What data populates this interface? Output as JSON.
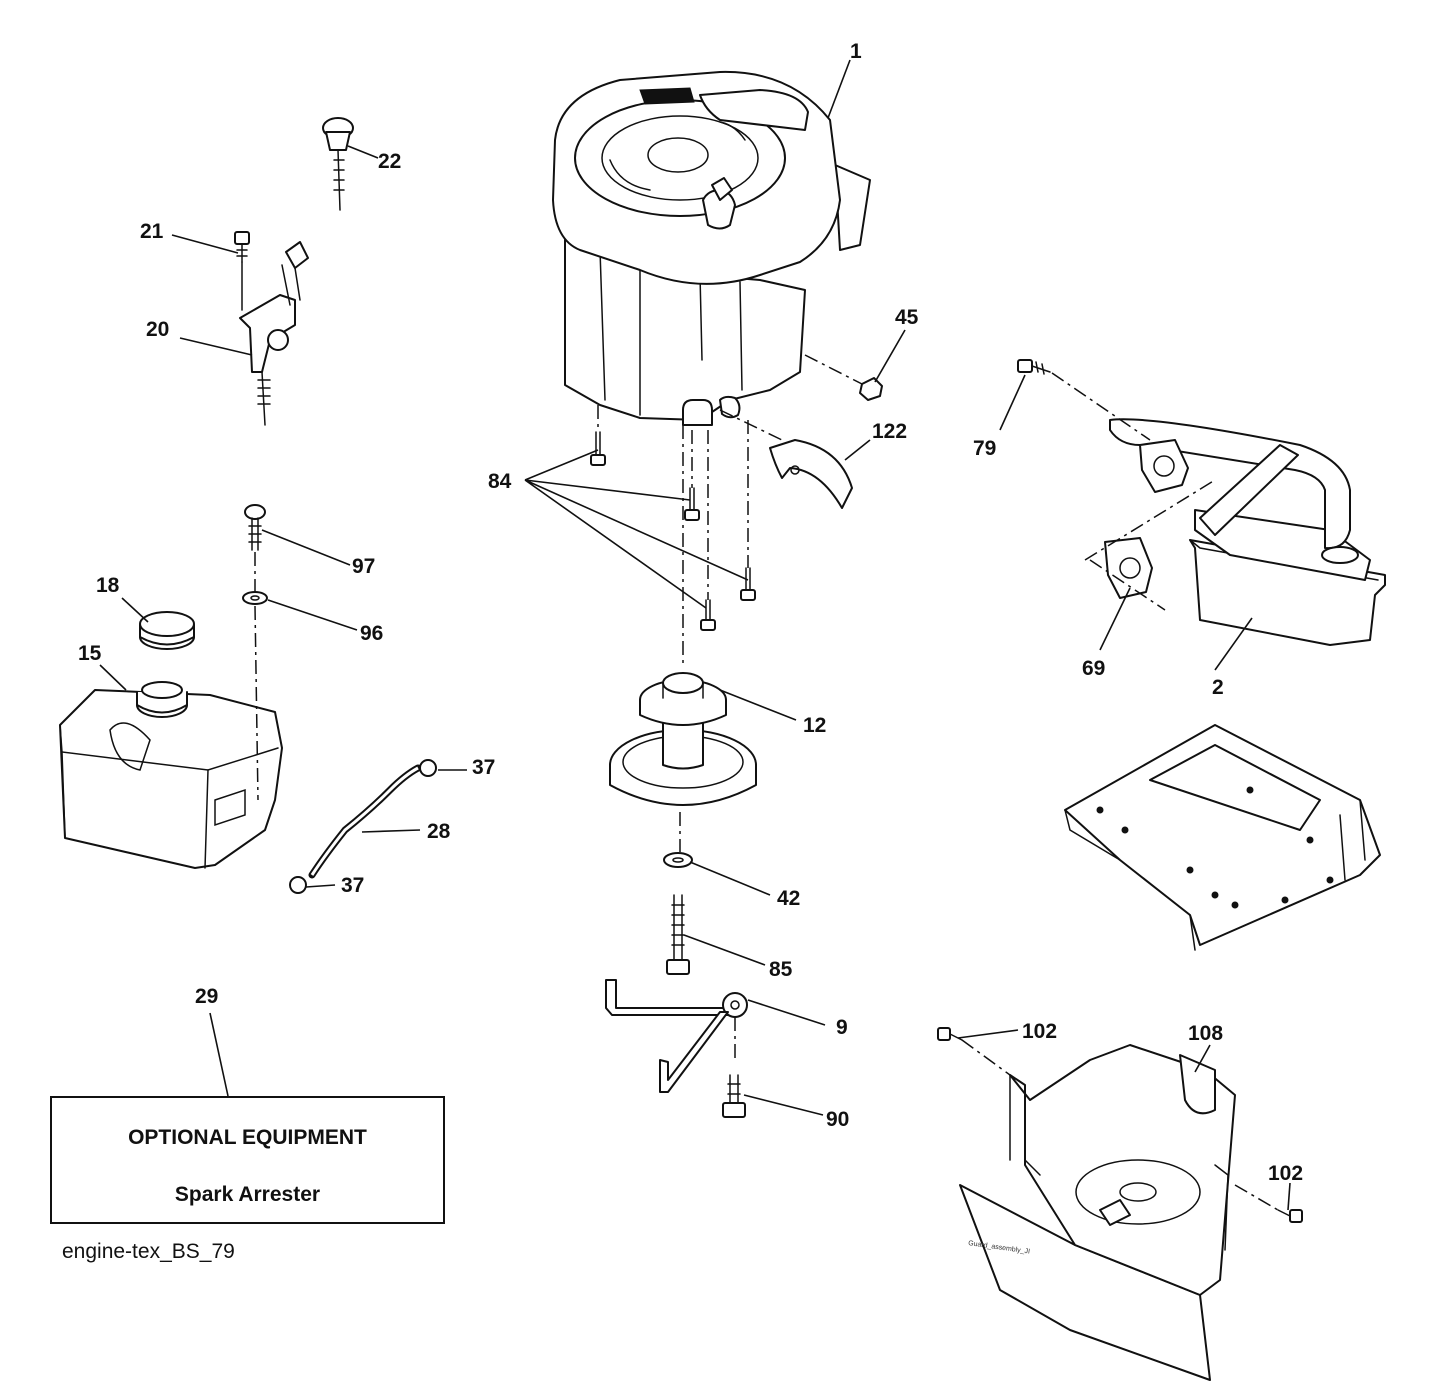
{
  "callouts": {
    "c1": "1",
    "c2": "2",
    "c9": "9",
    "c12": "12",
    "c15": "15",
    "c18": "18",
    "c20": "20",
    "c21": "21",
    "c22": "22",
    "c28": "28",
    "c29": "29",
    "c37a": "37",
    "c37b": "37",
    "c42": "42",
    "c45": "45",
    "c69": "69",
    "c79": "79",
    "c84": "84",
    "c85": "85",
    "c90": "90",
    "c96": "96",
    "c97": "97",
    "c102a": "102",
    "c102b": "102",
    "c108": "108",
    "c122": "122"
  },
  "optional_box": {
    "title": "OPTIONAL EQUIPMENT",
    "subtitle": "Spark Arrester"
  },
  "drawing_id": "engine-tex_BS_79",
  "shroud_stamp": "Guard_assembly_JI"
}
